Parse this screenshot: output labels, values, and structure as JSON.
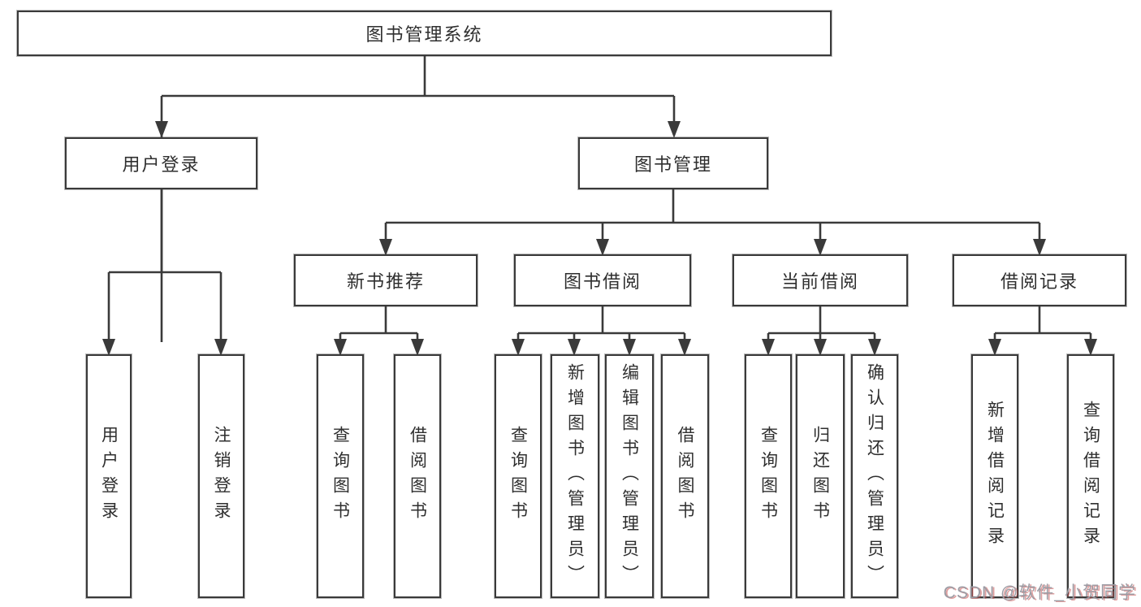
{
  "diagram_type": "tree",
  "colors": {
    "line": "#3a3a3a",
    "box_border": "#3a3a3a",
    "box_background": "#ffffff",
    "text": "#2f2f2f",
    "watermark_gray": "#9c9ca4",
    "watermark_red": "#c55050"
  },
  "tree": {
    "label": "图书管理系统",
    "children": [
      {
        "label": "用户登录",
        "children": [
          {
            "label": "用户登录"
          },
          {
            "label": "注销登录"
          }
        ]
      },
      {
        "label": "图书管理",
        "children": [
          {
            "label": "新书推荐",
            "children": [
              {
                "label": "查询图书"
              },
              {
                "label": "借阅图书"
              }
            ]
          },
          {
            "label": "图书借阅",
            "children": [
              {
                "label": "查询图书"
              },
              {
                "label": "新增图书（管理员）"
              },
              {
                "label": "编辑图书（管理员）"
              },
              {
                "label": "借阅图书"
              }
            ]
          },
          {
            "label": "当前借阅",
            "children": [
              {
                "label": "查询图书"
              },
              {
                "label": "归还图书"
              },
              {
                "label": "确认归还（管理员）"
              }
            ]
          },
          {
            "label": "借阅记录",
            "children": [
              {
                "label": "新增借阅记录"
              },
              {
                "label": "查询借阅记录"
              }
            ]
          }
        ]
      }
    ]
  },
  "watermark": {
    "text": "CSDN @软件_小贺同学"
  }
}
